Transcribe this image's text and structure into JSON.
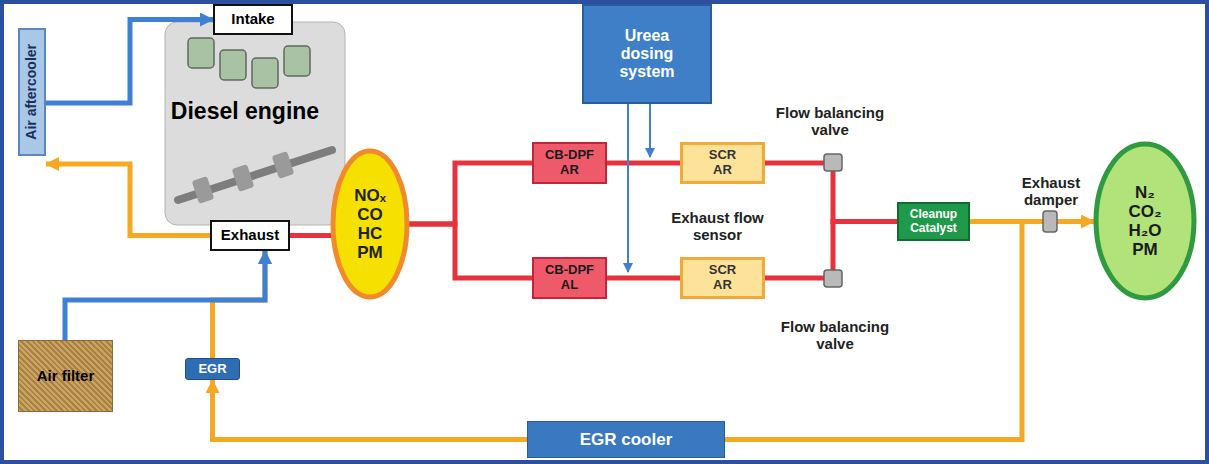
{
  "diagram": {
    "nodes": [
      {
        "text": [
          "Air aftercooler"
        ]
      },
      {
        "text": [
          "Intake"
        ]
      },
      {
        "text": [
          "Diesel engine"
        ]
      },
      {
        "text": [
          "Exhaust"
        ]
      },
      {
        "text": [
          "Air filter"
        ]
      },
      {
        "text": [
          "EGR"
        ]
      },
      {
        "text": [
          "NOₓ",
          "CO",
          "HC",
          "PM"
        ]
      },
      {
        "text": [
          "Ureea dosing system"
        ]
      },
      {
        "text": [
          "CB-DPF AR"
        ]
      },
      {
        "text": [
          "SCR AR"
        ]
      },
      {
        "text": [
          "CB-DPF AL"
        ]
      },
      {
        "text": [
          "SCR AR"
        ]
      },
      {
        "text": [
          "Cleanup Catalyst"
        ]
      },
      {
        "text": [
          "N₂",
          "CO₂",
          "H₂O",
          "PM"
        ]
      },
      {
        "text": [
          "EGR cooler"
        ]
      }
    ],
    "edges": [
      {
        "from": 0,
        "to": 1,
        "arrow": "to"
      },
      {
        "from": 3,
        "to": 0,
        "arrow": "to"
      },
      {
        "from": 4,
        "to": 3,
        "arrow": "to"
      },
      {
        "from": 5,
        "to": 3,
        "arrow": "to"
      },
      {
        "from": 14,
        "to": 5,
        "arrow": "to"
      },
      {
        "from": 12,
        "to": 14,
        "arrow": "none"
      },
      {
        "from": 12,
        "to": 13,
        "arrow": "to"
      },
      {
        "from": 3,
        "to": 6,
        "arrow": "none"
      },
      {
        "from": 6,
        "to": 8,
        "arrow": "none"
      },
      {
        "from": 6,
        "to": 10,
        "arrow": "none"
      },
      {
        "from": 8,
        "to": 9,
        "arrow": "none"
      },
      {
        "from": 10,
        "to": 11,
        "arrow": "none"
      },
      {
        "from": 9,
        "to": 12,
        "arrow": "none"
      },
      {
        "from": 11,
        "to": 12,
        "arrow": "none"
      }
    ],
    "labels": [
      "Flow balancing valve",
      "Exhaust flow sensor",
      "Flow balancing valve",
      "Exhaust damper"
    ]
  }
}
